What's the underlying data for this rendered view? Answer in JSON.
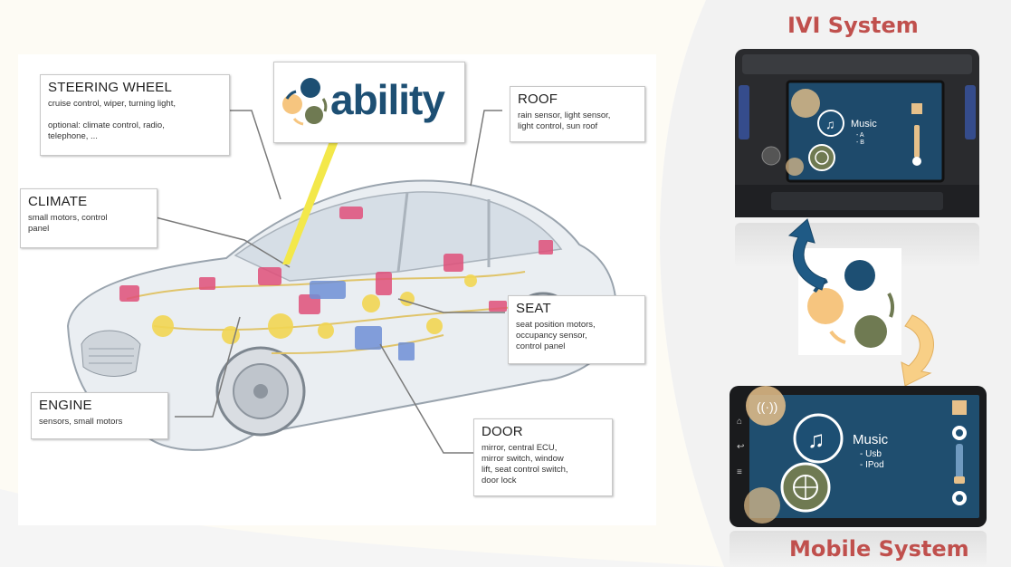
{
  "logo": {
    "text": "ability"
  },
  "callouts": {
    "steering_wheel": {
      "title": "STEERING WHEEL",
      "desc": "cruise control, wiper, turning light,\n\noptional: climate control, radio,\ntelephone, ..."
    },
    "roof": {
      "title": "ROOF",
      "desc": "rain sensor, light sensor,\nlight control, sun roof"
    },
    "climate": {
      "title": "CLIMATE",
      "desc": "small motors, control\npanel"
    },
    "seat": {
      "title": "SEAT",
      "desc": "seat position motors,\noccupancy sensor,\ncontrol panel"
    },
    "engine": {
      "title": "ENGINE",
      "desc": "sensors, small motors"
    },
    "door": {
      "title": "DOOR",
      "desc": "mirror, central ECU,\nmirror switch, window\nlift, seat control switch,\ndoor lock"
    }
  },
  "ivi": {
    "title": "IVI System",
    "screen": {
      "music_label": "Music",
      "sub_items": [
        "- A",
        "- B"
      ]
    }
  },
  "mobile": {
    "title": "Mobile System",
    "screen": {
      "music_label": "Music",
      "sub_items": [
        "- Usb",
        "- IPod"
      ]
    }
  },
  "colors": {
    "accent_red": "#c0504d",
    "logo_navy": "#1d4f73",
    "logo_orange": "#f6c57f",
    "logo_olive": "#6f7a52",
    "arrow_blue": "#1f5a85",
    "arrow_yellow": "#f8cf86",
    "highlight_yellow": "#f3e84a"
  }
}
